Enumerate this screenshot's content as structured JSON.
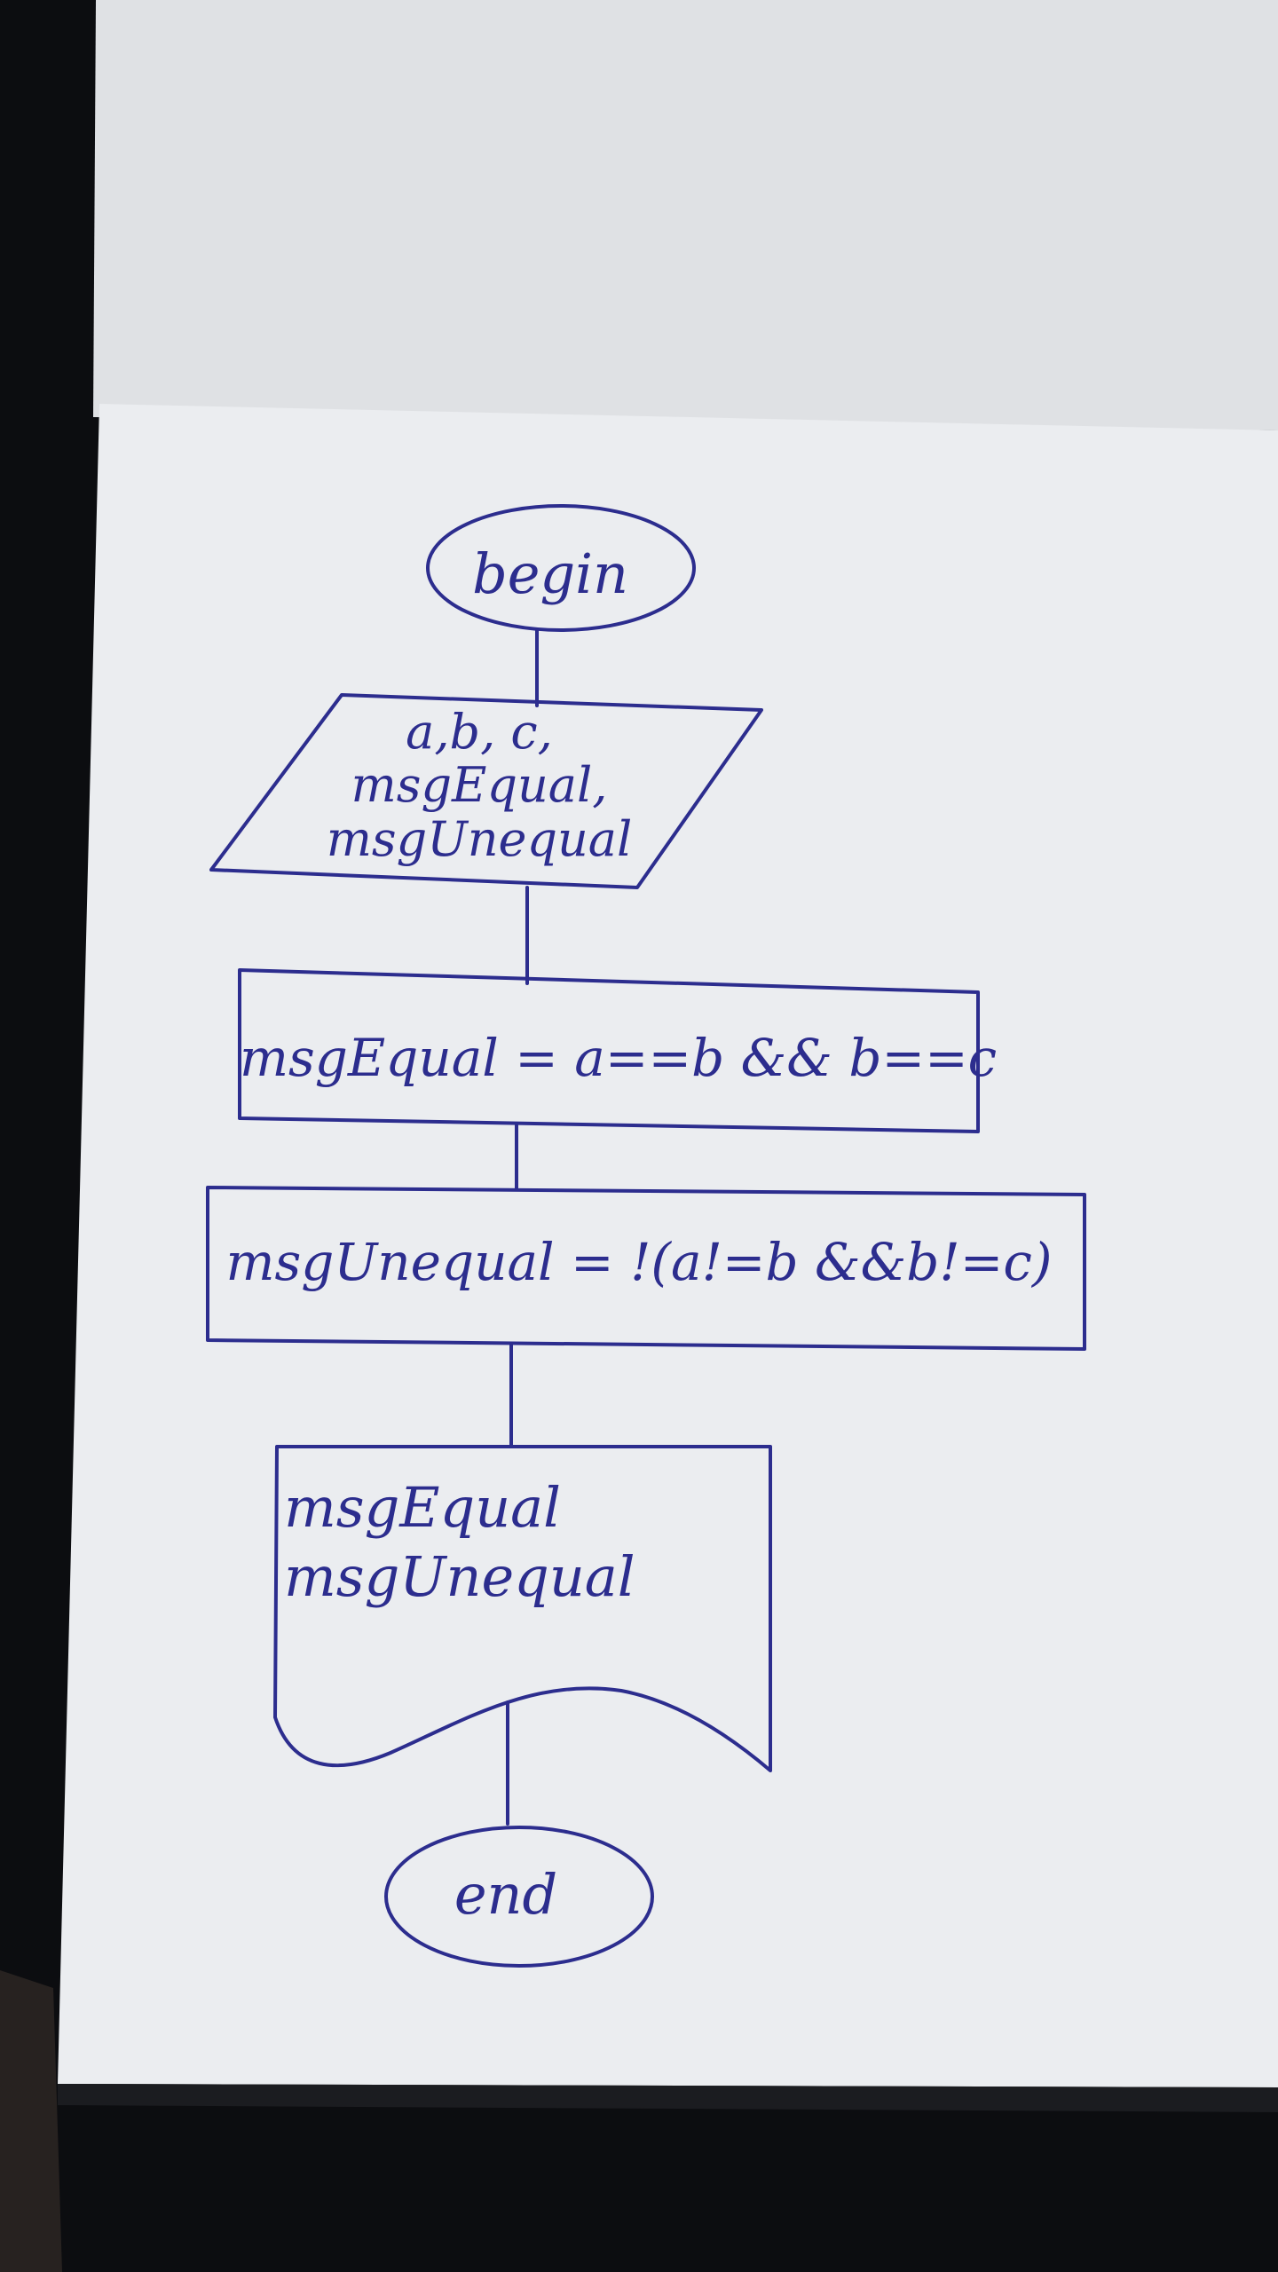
{
  "flowchart": {
    "begin": "begin",
    "input": [
      "a,b, c,",
      "msgEqual,",
      "msgUnequal"
    ],
    "assign_equal": "msgEqual = a==b && b==c",
    "assign_unequal": "msgUnequal = !(a!=b &&b!=c)",
    "output": [
      "msgEqual",
      "msgUnequal"
    ],
    "end": "end"
  },
  "colors": {
    "ink": "#2c2d8e",
    "paper": "#ebedf0",
    "background": "#0c0d10"
  }
}
